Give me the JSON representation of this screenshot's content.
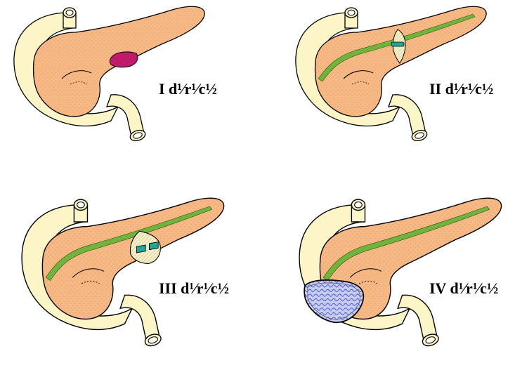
{
  "panels": [
    {
      "label": "I d¹⁄r¹⁄c½",
      "lesion": "contusion-hematoma"
    },
    {
      "label": "II d¹⁄r¹⁄c½",
      "lesion": "laceration-without-duct-injury"
    },
    {
      "label": "III d¹⁄r¹⁄c½",
      "lesion": "distal-transection-duct-injury"
    },
    {
      "label": "IV d¹⁄r¹⁄c½",
      "lesion": "proximal-head-injury"
    }
  ],
  "colors": {
    "pancreas": "#f6b985",
    "pancreas_dots": "#eea870",
    "duodenum": "#fbf5c8",
    "duct": "#72b33d",
    "duct_injury": "#1aa89a",
    "hematoma": "#c21a6a",
    "laceration": "#f7efc6",
    "crush_fill": "#c7cdf4",
    "crush_grid": "#4050c8",
    "outline": "#000000"
  }
}
